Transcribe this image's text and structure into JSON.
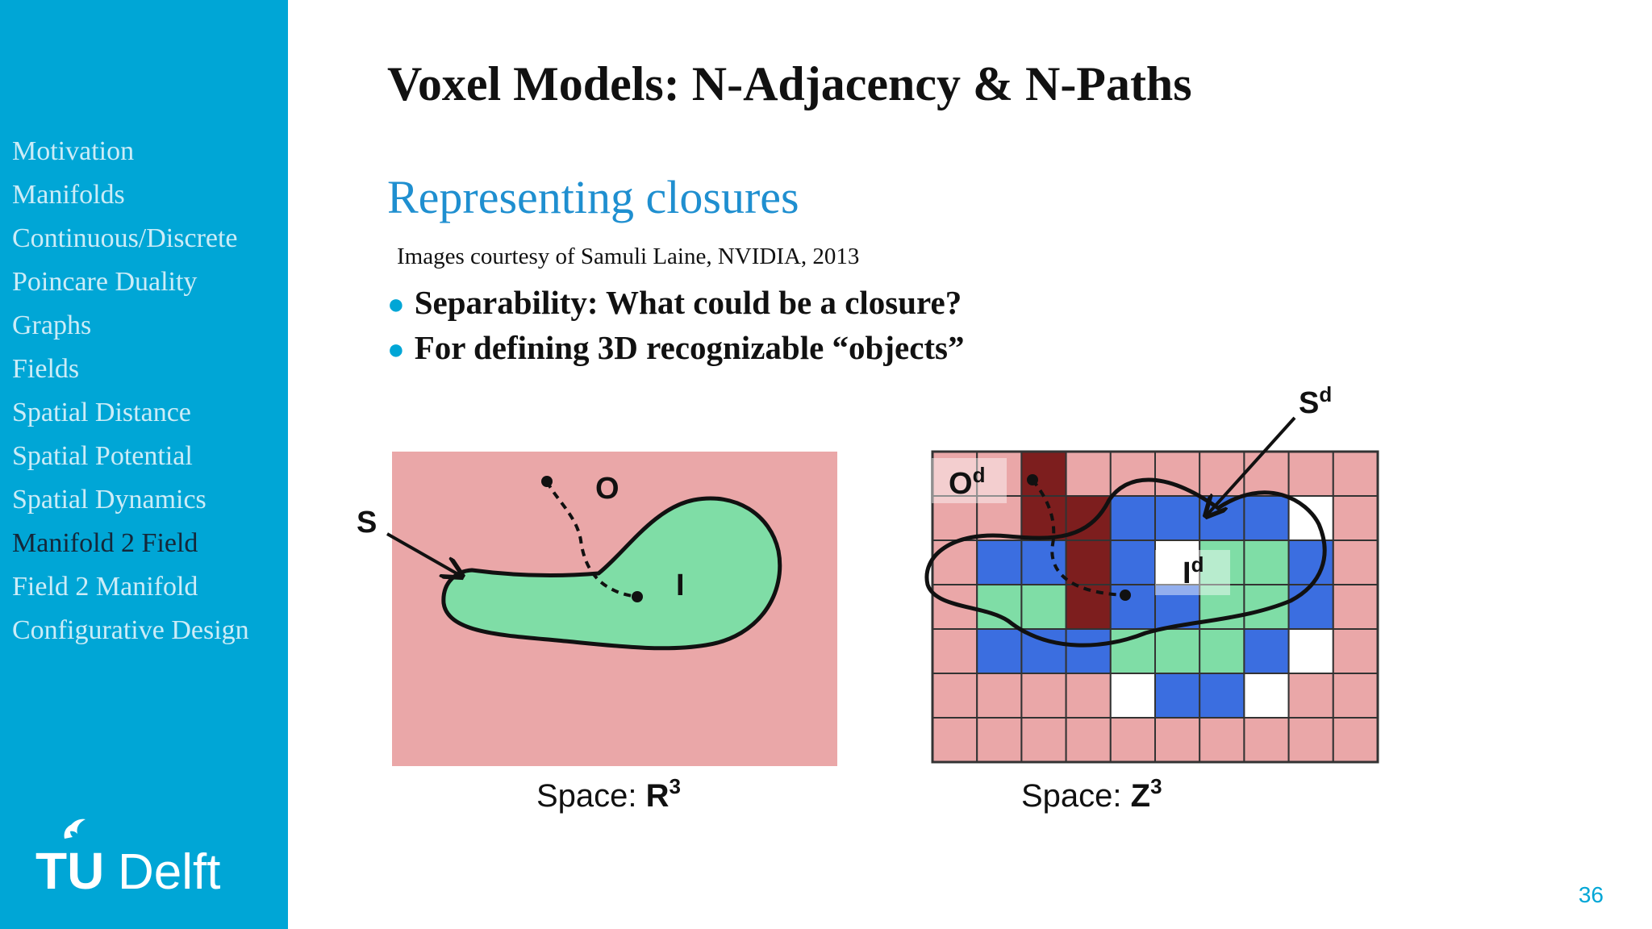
{
  "sidebar": {
    "items": [
      {
        "label": "Motivation"
      },
      {
        "label": "Manifolds"
      },
      {
        "label": "Continuous/Discrete"
      },
      {
        "label": "Poincare Duality"
      },
      {
        "label": "Graphs"
      },
      {
        "label": "Fields"
      },
      {
        "label": "Spatial Distance"
      },
      {
        "label": "Spatial Potential"
      },
      {
        "label": "Spatial Dynamics"
      },
      {
        "label": "Manifold 2 Field",
        "active": true
      },
      {
        "label": "Field 2 Manifold"
      },
      {
        "label": "Configurative Design"
      }
    ],
    "logo": {
      "text_tu": "TU",
      "text_delft": "Delft",
      "icon": "tu-delft-flame-icon"
    }
  },
  "slide": {
    "title": "Voxel Models: N-Adjacency & N-Paths",
    "subtitle": "Representing closures",
    "credit": "Images courtesy of Samuli Laine, NVIDIA, 2013",
    "bullets": [
      "Separability: What could be a closure?",
      "For defining 3D recognizable “objects”"
    ],
    "page_number": "36"
  },
  "figure": {
    "left_panel": {
      "label_s": "S",
      "label_o": "O",
      "label_i": "I",
      "caption_prefix": "Space: ",
      "caption_symbol": "R",
      "caption_exp": "3"
    },
    "right_panel": {
      "label_s": "S",
      "label_s_sup": "d",
      "label_o": "O",
      "label_o_sup": "d",
      "label_i": "I",
      "label_i_sup": "d",
      "caption_prefix": "Space: ",
      "caption_symbol": "Z",
      "caption_exp": "3"
    }
  },
  "colors": {
    "sidebar": "#00a6d6",
    "pink": "#eaa7a8",
    "green": "#7fdda6",
    "blue": "#3b6ee0",
    "maroon": "#7d1e1e",
    "subtitle": "#1f8fd0"
  }
}
